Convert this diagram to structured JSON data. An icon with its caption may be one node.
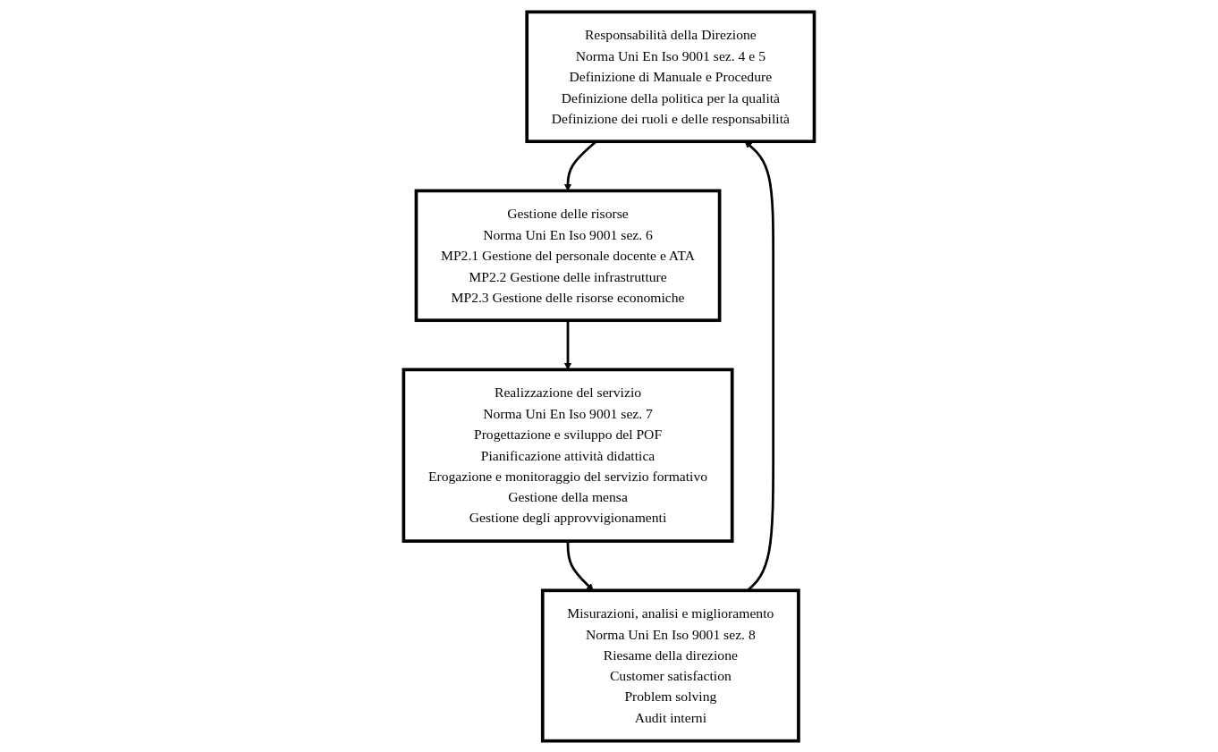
{
  "diagram": {
    "nodes": [
      {
        "text": [
          "Responsabilità della Direzione",
          "Norma Uni En Iso 9001 sez. 4 e 5",
          "Definizione di Manuale e Procedure",
          "Definizione della politica per la qualità",
          "Definizione dei ruoli e delle responsabilità"
        ]
      },
      {
        "text": [
          "Gestione delle risorse",
          "Norma Uni En Iso 9001 sez. 6",
          "MP2.1 Gestione del personale docente e ATA",
          "MP2.2 Gestione delle infrastrutture",
          "MP2.3 Gestione delle risorse economiche"
        ]
      },
      {
        "text": [
          "Misurazioni, analisi e miglioramento",
          "Norma Uni En Iso 9001 sez. 8",
          "Riesame della direzione",
          "Customer satisfaction",
          "Problem solving",
          "Audit interni"
        ]
      },
      {
        "text": [
          "Realizzazione del servizio",
          "Norma Uni En Iso 9001 sez. 7",
          "Progettazione e sviluppo del POF",
          "Pianificazione attività didattica",
          "Erogazione e monitoraggio del servizio formativo",
          "Gestione della mensa",
          "Gestione degli approvvigionamenti"
        ]
      }
    ],
    "edges": [
      {
        "from": 0,
        "to": 1,
        "arrow": "to"
      },
      {
        "from": 1,
        "to": 3,
        "arrow": "to"
      },
      {
        "from": 3,
        "to": 2,
        "arrow": "to"
      },
      {
        "from": 2,
        "to": 0,
        "arrow": "to"
      }
    ]
  }
}
